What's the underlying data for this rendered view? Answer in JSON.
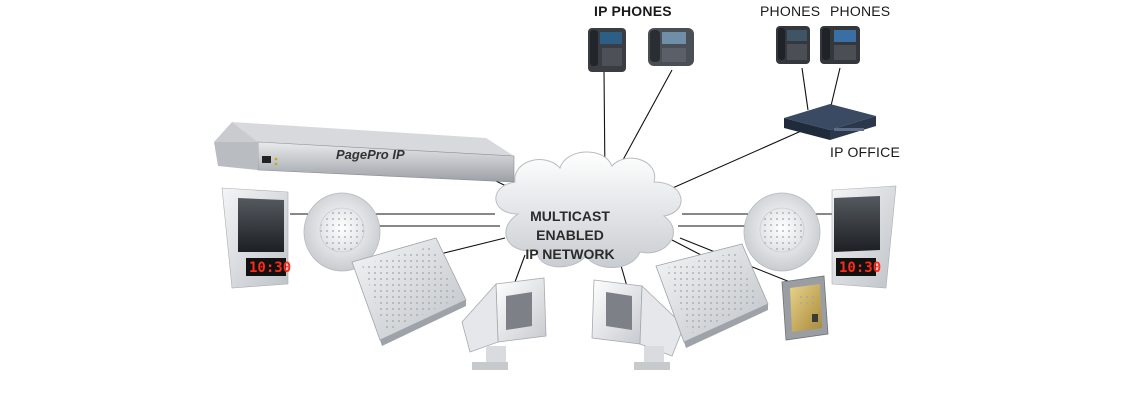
{
  "labels": {
    "ip_phones": "IP PHONES",
    "phones_1": "PHONES",
    "phones_2": "PHONES",
    "ip_office": "IP OFFICE"
  },
  "cloud": {
    "line1": "MULTICAST ENABLED",
    "line2": "IP NETWORK"
  },
  "devices": {
    "rack_brand": "PagePro IP",
    "clock_left": "10:30",
    "clock_right": "10:30"
  }
}
